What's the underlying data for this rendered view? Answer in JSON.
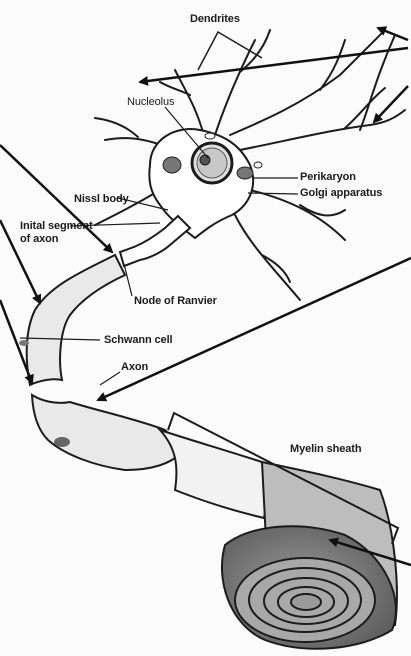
{
  "labels": {
    "dendrites": "Dendrites",
    "nucleolus": "Nucleolus",
    "nissl_body": "Nissl body",
    "perikaryon": "Perikaryon",
    "golgi_apparatus": "Golgi apparatus",
    "initial_segment_line1": "Inital segment",
    "initial_segment_line2": "of axon",
    "node_of_ranvier": "Node of Ranvier",
    "schwann_cell": "Schwann cell",
    "axon": "Axon",
    "myelin_sheath": "Myelin sheath"
  },
  "colors": {
    "ink": "#1c1c1c",
    "cell_fill": "#ffffff",
    "sheath_fill": "#e9e9e9",
    "sheath_shade": "#bdbdbd",
    "cut_end": "#8a8a8a",
    "arrow": "#111111"
  }
}
